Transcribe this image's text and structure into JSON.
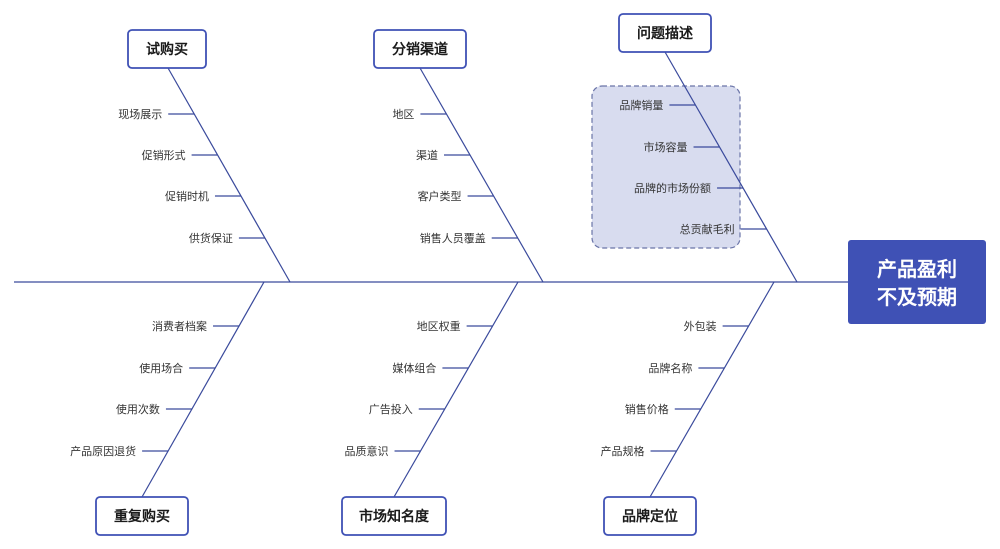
{
  "result": {
    "lines": [
      "产品盈利",
      "不及预期"
    ],
    "color": "#3f51b5"
  },
  "colors": {
    "line": "#3a4a9c",
    "box_border": "#3f51b5",
    "highlight_fill": "#d8dcef",
    "highlight_border": "#6a74a8"
  },
  "top_categories": [
    {
      "label": "试购买",
      "causes": [
        "现场展示",
        "促销形式",
        "促销时机",
        "供货保证"
      ]
    },
    {
      "label": "分销渠道",
      "causes": [
        "地区",
        "渠道",
        "客户类型",
        "销售人员覆盖"
      ]
    },
    {
      "label": "问题描述",
      "highlighted": true,
      "causes": [
        "品牌销量",
        "市场容量",
        "品牌的市场份额",
        "总贡献毛利"
      ]
    }
  ],
  "bottom_categories": [
    {
      "label": "重复购买",
      "causes": [
        "消费者档案",
        "使用场合",
        "使用次数",
        "产品原因退货"
      ]
    },
    {
      "label": "市场知名度",
      "causes": [
        "地区权重",
        "媒体组合",
        "广告投入",
        "品质意识"
      ]
    },
    {
      "label": "品牌定位",
      "causes": [
        "外包装",
        "品牌名称",
        "销售价格",
        "产品规格"
      ]
    }
  ]
}
